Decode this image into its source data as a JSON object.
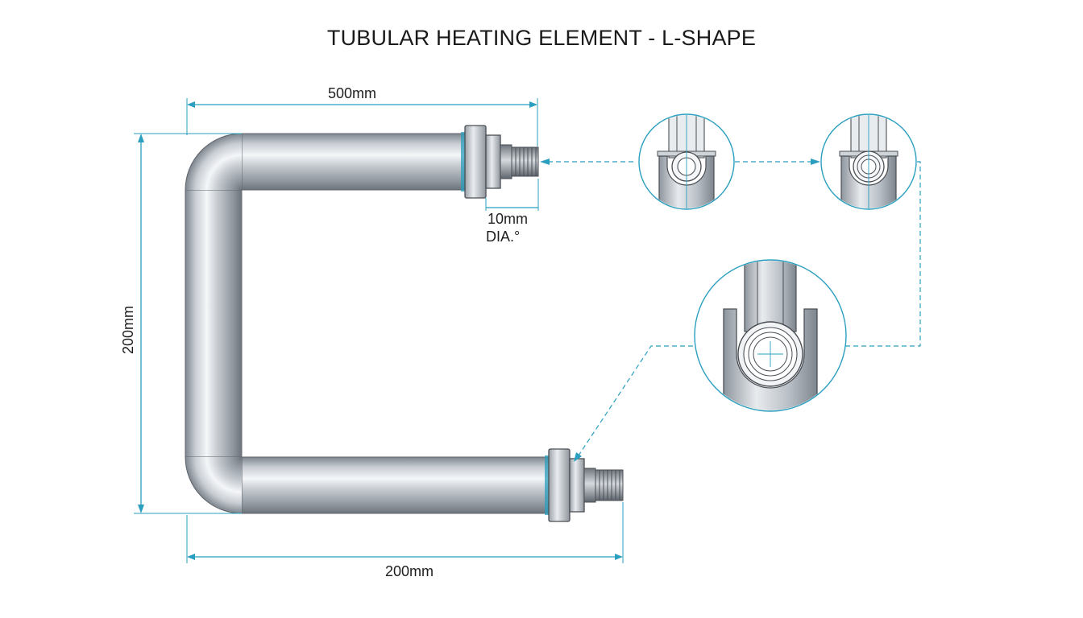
{
  "title": "TUBULAR HEATING ELEMENT - L-SHAPE",
  "dimensions": {
    "top_length": "500mm",
    "height": "200mm",
    "bottom_length": "200mm",
    "diameter_line1": "10mm",
    "diameter_line2": "DIA.°"
  },
  "colors": {
    "dimension_line": "#2a9fbf",
    "tube_metal": "#b9bfc6",
    "outline": "#4a4f55"
  }
}
